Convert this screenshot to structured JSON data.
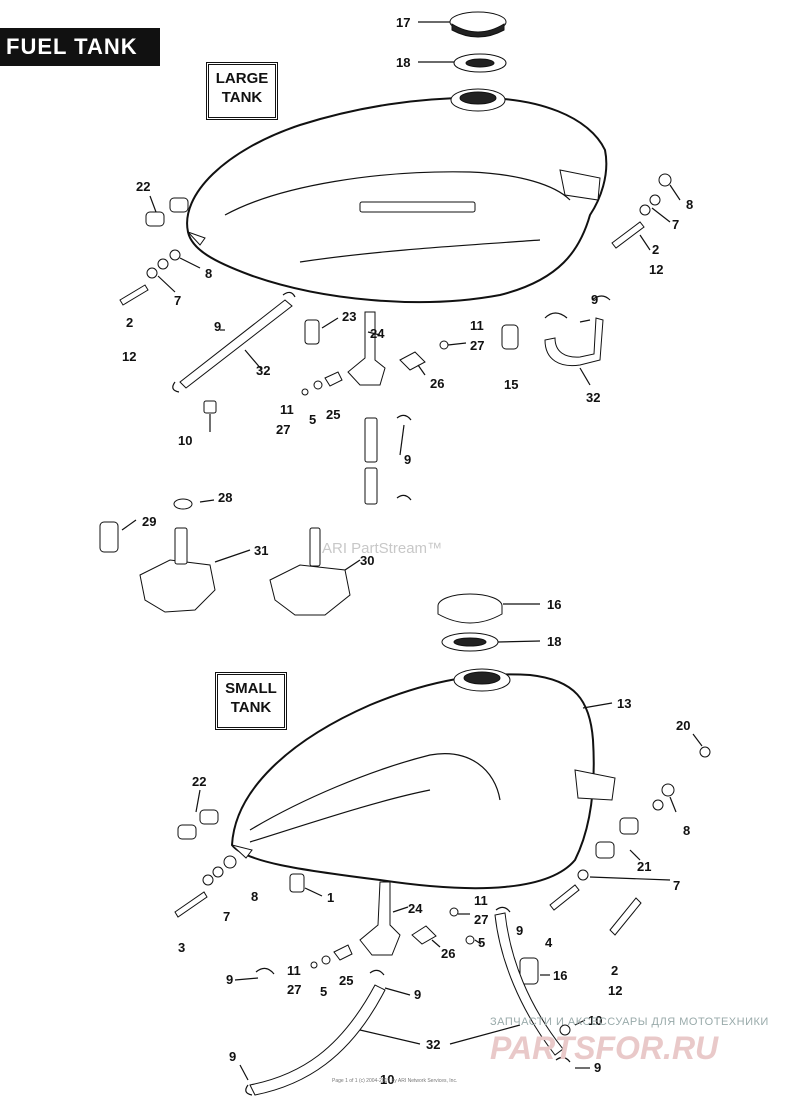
{
  "header": {
    "title": "FUEL TANK",
    "large_tank_line1": "LARGE",
    "large_tank_line2": "TANK",
    "small_tank_line1": "SMALL",
    "small_tank_line2": "TANK"
  },
  "watermark": {
    "text": "ARI PartStream™"
  },
  "footer": {
    "shop_tagline": "ЗАПЧАСТИ И АКСЕССУАРЫ ДЛЯ МОТОТЕХНИКИ",
    "shop_logo": "PARTSFOR.RU",
    "copyright": "Page 1 of 1 (c) 2004-2017 by ARI Network Services, Inc."
  },
  "callouts": {
    "large": [
      {
        "id": "c17",
        "label": "17"
      },
      {
        "id": "c18",
        "label": "18"
      },
      {
        "id": "c22",
        "label": "22"
      },
      {
        "id": "c8a",
        "label": "8"
      },
      {
        "id": "c7a",
        "label": "7"
      },
      {
        "id": "c2a",
        "label": "2"
      },
      {
        "id": "c12a",
        "label": "12"
      },
      {
        "id": "c8b",
        "label": "8"
      },
      {
        "id": "c7b",
        "label": "7"
      },
      {
        "id": "c2b",
        "label": "2"
      },
      {
        "id": "c12b",
        "label": "12"
      },
      {
        "id": "c9a",
        "label": "9"
      },
      {
        "id": "c23",
        "label": "23"
      },
      {
        "id": "c24",
        "label": "24"
      },
      {
        "id": "c11a",
        "label": "11"
      },
      {
        "id": "c27a",
        "label": "27"
      },
      {
        "id": "c26",
        "label": "26"
      },
      {
        "id": "c15",
        "label": "15"
      },
      {
        "id": "c9b",
        "label": "9"
      },
      {
        "id": "c32a",
        "label": "32"
      },
      {
        "id": "c32b",
        "label": "32"
      },
      {
        "id": "c11b",
        "label": "11"
      },
      {
        "id": "c27b",
        "label": "27"
      },
      {
        "id": "c5a",
        "label": "5"
      },
      {
        "id": "c25",
        "label": "25"
      },
      {
        "id": "c10a",
        "label": "10"
      },
      {
        "id": "c9c",
        "label": "9"
      },
      {
        "id": "c28",
        "label": "28"
      },
      {
        "id": "c29",
        "label": "29"
      },
      {
        "id": "c31",
        "label": "31"
      },
      {
        "id": "c30",
        "label": "30"
      }
    ],
    "small": [
      {
        "id": "s16a",
        "label": "16"
      },
      {
        "id": "s18",
        "label": "18"
      },
      {
        "id": "s13",
        "label": "13"
      },
      {
        "id": "s20",
        "label": "20"
      },
      {
        "id": "s22",
        "label": "22"
      },
      {
        "id": "s8a",
        "label": "8"
      },
      {
        "id": "s8b",
        "label": "8"
      },
      {
        "id": "s21",
        "label": "21"
      },
      {
        "id": "s7a",
        "label": "7"
      },
      {
        "id": "s7b",
        "label": "7"
      },
      {
        "id": "s1",
        "label": "1"
      },
      {
        "id": "s3",
        "label": "3"
      },
      {
        "id": "s24",
        "label": "24"
      },
      {
        "id": "s11a",
        "label": "11"
      },
      {
        "id": "s27a",
        "label": "27"
      },
      {
        "id": "s9a",
        "label": "9"
      },
      {
        "id": "s5a",
        "label": "5"
      },
      {
        "id": "s26",
        "label": "26"
      },
      {
        "id": "s4",
        "label": "4"
      },
      {
        "id": "s2",
        "label": "2"
      },
      {
        "id": "s12",
        "label": "12"
      },
      {
        "id": "s16b",
        "label": "16"
      },
      {
        "id": "s9b",
        "label": "9"
      },
      {
        "id": "s11b",
        "label": "11"
      },
      {
        "id": "s27b",
        "label": "27"
      },
      {
        "id": "s5b",
        "label": "5"
      },
      {
        "id": "s25",
        "label": "25"
      },
      {
        "id": "s9c",
        "label": "9"
      },
      {
        "id": "s32",
        "label": "32"
      },
      {
        "id": "s10a",
        "label": "10"
      },
      {
        "id": "s9d",
        "label": "9"
      },
      {
        "id": "s9e",
        "label": "9"
      },
      {
        "id": "s10b",
        "label": "10"
      }
    ]
  }
}
